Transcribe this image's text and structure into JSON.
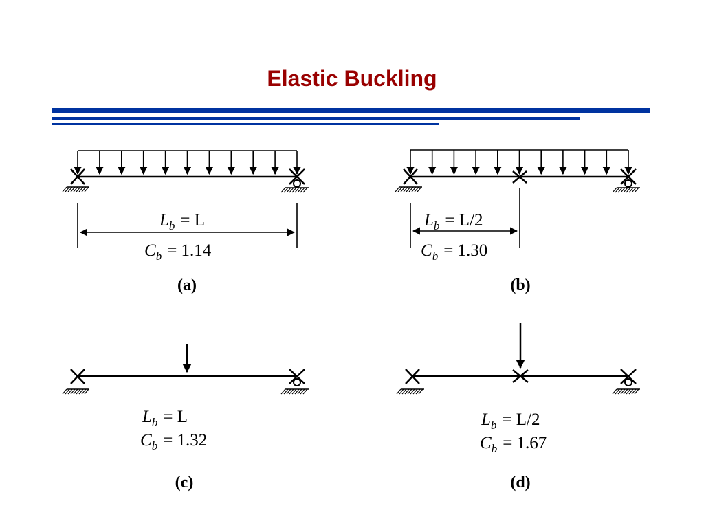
{
  "title": "Elastic Buckling",
  "colors": {
    "title": "#990000",
    "rule": "#0033a0"
  },
  "panels": [
    {
      "id": "a",
      "caption": "(a)",
      "lb_symbol": "L",
      "lb_sub": "b",
      "lb_value": "= L",
      "cb_symbol": "C",
      "cb_sub": "b",
      "cb_value": "= 1.14"
    },
    {
      "id": "b",
      "caption": "(b)",
      "lb_symbol": "L",
      "lb_sub": "b",
      "lb_value": "= L/2",
      "cb_symbol": "C",
      "cb_sub": "b",
      "cb_value": "= 1.30"
    },
    {
      "id": "c",
      "caption": "(c)",
      "lb_symbol": "L",
      "lb_sub": "b",
      "lb_value": "= L",
      "cb_symbol": "C",
      "cb_sub": "b",
      "cb_value": "= 1.32"
    },
    {
      "id": "d",
      "caption": "(d)",
      "lb_symbol": "L",
      "lb_sub": "b",
      "lb_value": "= L/2",
      "cb_symbol": "C",
      "cb_sub": "b",
      "cb_value": "= 1.67"
    }
  ]
}
